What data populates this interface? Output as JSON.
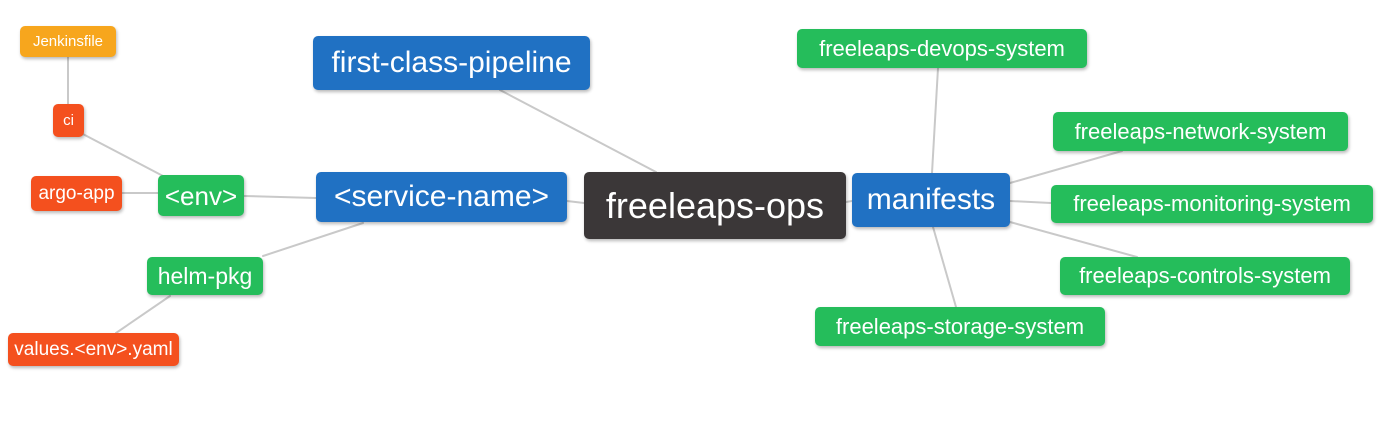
{
  "diagram": {
    "type": "mindmap",
    "palette": {
      "root_bg": "#3b3738",
      "blue_bg": "#2071c3",
      "green_bg": "#25bd5b",
      "red_bg": "#f4501e",
      "orange_bg": "#f7a61d",
      "edge": "#c9c9c9",
      "text": "#ffffff"
    },
    "nodes": {
      "jenkinsfile": {
        "label": "Jenkinsfile",
        "color": "orange"
      },
      "ci": {
        "label": "ci",
        "color": "red"
      },
      "argo_app": {
        "label": "argo-app",
        "color": "red"
      },
      "env": {
        "label": "<env>",
        "color": "green"
      },
      "helm_pkg": {
        "label": "helm-pkg",
        "color": "green"
      },
      "values_env_yaml": {
        "label": "values.<env>.yaml",
        "color": "red"
      },
      "first_class_pipeline": {
        "label": "first-class-pipeline",
        "color": "blue"
      },
      "service_name": {
        "label": "<service-name>",
        "color": "blue"
      },
      "freeleaps_ops": {
        "label": "freeleaps-ops",
        "color": "dark"
      },
      "manifests": {
        "label": "manifests",
        "color": "blue"
      },
      "freeleaps_devops_system": {
        "label": "freeleaps-devops-system",
        "color": "green"
      },
      "freeleaps_network_system": {
        "label": "freeleaps-network-system",
        "color": "green"
      },
      "freeleaps_monitoring_system": {
        "label": "freeleaps-monitoring-system",
        "color": "green"
      },
      "freeleaps_controls_system": {
        "label": "freeleaps-controls-system",
        "color": "green"
      },
      "freeleaps_storage_system": {
        "label": "freeleaps-storage-system",
        "color": "green"
      }
    },
    "edges": [
      {
        "from": "jenkinsfile",
        "to": "ci"
      },
      {
        "from": "ci",
        "to": "env"
      },
      {
        "from": "argo_app",
        "to": "env"
      },
      {
        "from": "env",
        "to": "service_name"
      },
      {
        "from": "helm_pkg",
        "to": "service_name"
      },
      {
        "from": "values_env_yaml",
        "to": "helm_pkg"
      },
      {
        "from": "service_name",
        "to": "freeleaps_ops"
      },
      {
        "from": "first_class_pipeline",
        "to": "freeleaps_ops"
      },
      {
        "from": "freeleaps_ops",
        "to": "manifests"
      },
      {
        "from": "manifests",
        "to": "freeleaps_devops_system"
      },
      {
        "from": "manifests",
        "to": "freeleaps_network_system"
      },
      {
        "from": "manifests",
        "to": "freeleaps_monitoring_system"
      },
      {
        "from": "manifests",
        "to": "freeleaps_controls_system"
      },
      {
        "from": "manifests",
        "to": "freeleaps_storage_system"
      }
    ]
  }
}
